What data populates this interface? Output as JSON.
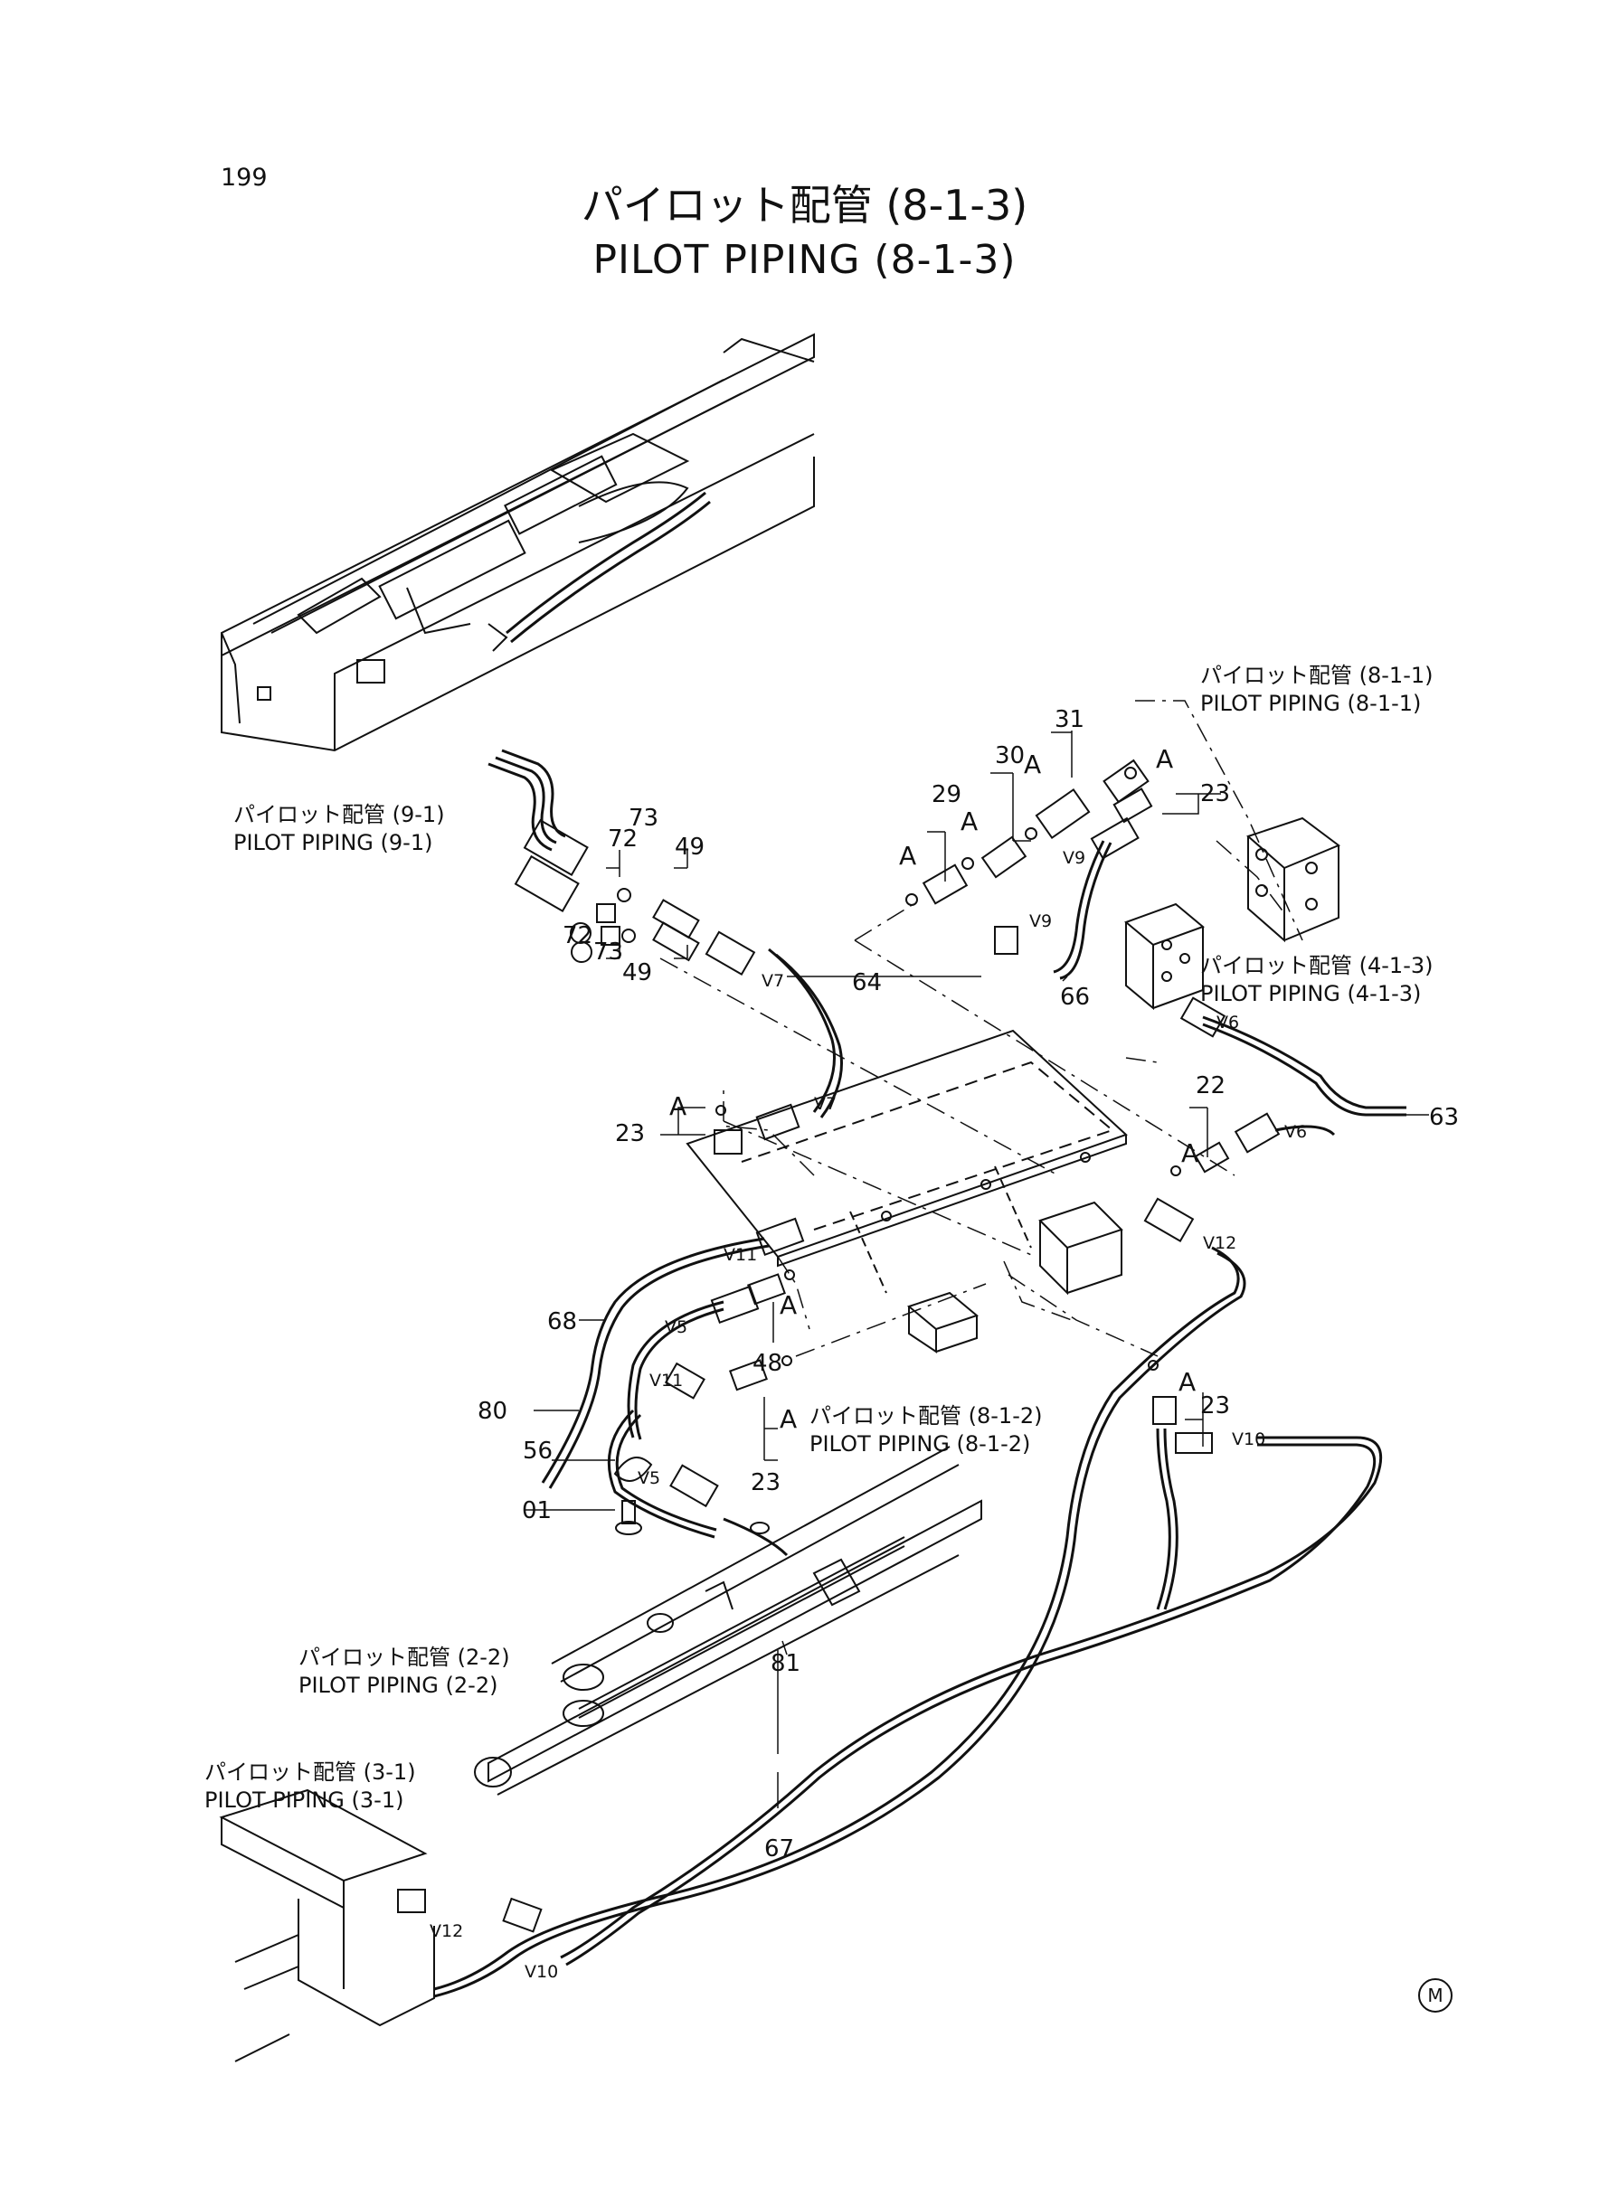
{
  "header": {
    "page_number": "199",
    "title_jp": "パイロット配管 (8-1-3)",
    "title_en": "PILOT PIPING (8-1-3)"
  },
  "references": [
    {
      "jp": "パイロット配管 (8-1-1)",
      "en": "PILOT PIPING (8-1-1)"
    },
    {
      "jp": "パイロット配管 (9-1)",
      "en": "PILOT PIPING (9-1)"
    },
    {
      "jp": "パイロット配管 (4-1-3)",
      "en": "PILOT PIPING (4-1-3)"
    },
    {
      "jp": "パイロット配管 (8-1-2)",
      "en": "PILOT PIPING (8-1-2)"
    },
    {
      "jp": "パイロット配管 (2-2)",
      "en": "PILOT PIPING (2-2)"
    },
    {
      "jp": "パイロット配管 (3-1)",
      "en": "PILOT PIPING (3-1)"
    }
  ],
  "part_numbers": [
    "31",
    "30",
    "29",
    "23",
    "72",
    "73",
    "49",
    "72",
    "73",
    "49",
    "64",
    "66",
    "63",
    "22",
    "23",
    "68",
    "48",
    "80",
    "23",
    "56",
    "23",
    "01",
    "81",
    "67"
  ],
  "hose_labels": [
    "V9",
    "V9",
    "V7",
    "V6",
    "V7",
    "V6",
    "V12",
    "V11",
    "V5",
    "V11",
    "V10",
    "V5",
    "V12",
    "V10"
  ],
  "detail_marks": [
    "A",
    "A",
    "A",
    "A",
    "A",
    "A",
    "A",
    "A",
    "A"
  ],
  "footer": {
    "mark": "M"
  }
}
